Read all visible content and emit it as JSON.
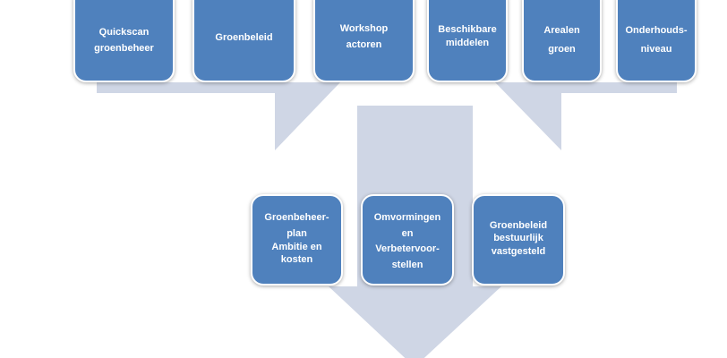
{
  "colors": {
    "box": "#4f81bd",
    "arrow": "#cfd6e5"
  },
  "top_boxes": [
    {
      "lines": [
        "Quickscan",
        "groenbeheer"
      ]
    },
    {
      "lines": [
        "Groenbeleid"
      ]
    },
    {
      "lines": [
        "Workshop",
        "actoren"
      ]
    },
    {
      "lines": [
        "Beschikbare",
        "middelen"
      ]
    },
    {
      "lines": [
        "Arealen",
        "groen"
      ]
    },
    {
      "lines": [
        "Onderhouds-",
        "niveau"
      ]
    }
  ],
  "bottom_boxes": [
    {
      "lines": [
        "Groenbeheer-",
        "plan",
        "Ambitie en",
        "kosten"
      ]
    },
    {
      "lines": [
        "Omvormingen",
        "en",
        "Verbetervoor-",
        "stellen"
      ]
    },
    {
      "lines": [
        "Groenbeleid",
        "bestuurlijk",
        "vastgesteld"
      ]
    }
  ]
}
